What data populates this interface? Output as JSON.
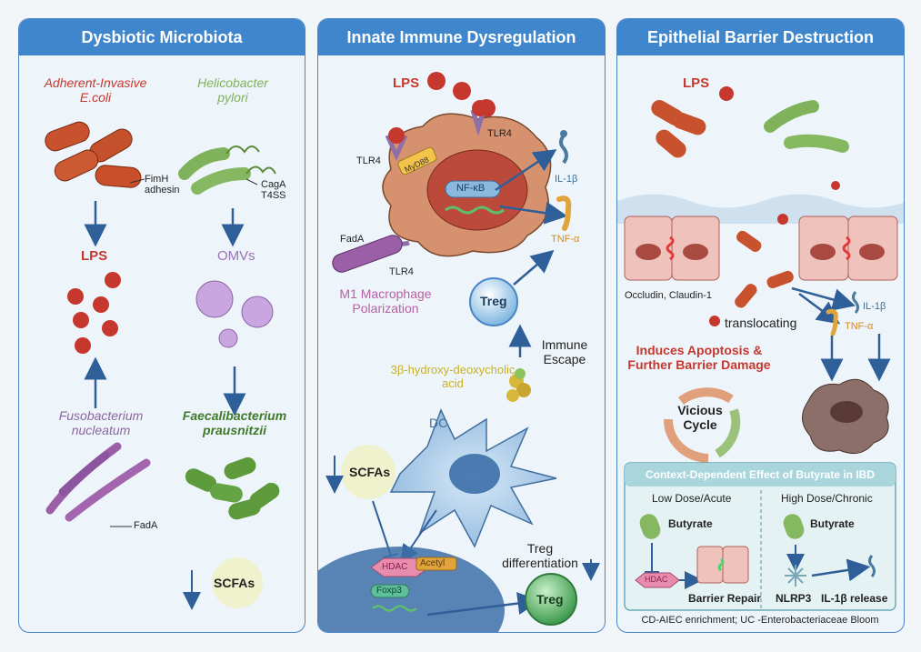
{
  "panels": {
    "microbiota": {
      "title": "Dysbiotic Microbiota",
      "aiec": "Adherent-Invasive E.coli",
      "hpylori": "Helicobacter pylori",
      "fimh": "FimH adhesin",
      "caga": "CagA T4SS",
      "lps": "LPS",
      "omvs": "OMVs",
      "fuso": "Fusobacterium nucleatum",
      "faecali": "Faecalibacterium prausnitzii",
      "fada": "FadA",
      "scfas": "SCFAs"
    },
    "innate": {
      "title": "Innate Immune Dysregulation",
      "lps": "LPS",
      "tlr4_a": "TLR4",
      "tlr4_b": "TLR4",
      "tlr4_c": "TLR4",
      "myd88": "MyD88",
      "nfkb": "NF-κB",
      "il1b": "IL-1β",
      "tnfa": "TNF-α",
      "fada": "FadA",
      "m1": "M1 Macrophage Polarization",
      "treg_top": "Treg",
      "immune_escape": "Immune Escape",
      "bile_acid": "3β-hydroxy-deoxycholic acid",
      "dc": "DC",
      "scfas": "SCFAs",
      "hdac": "HDAC",
      "acetyl": "Acetyl",
      "foxp3": "Foxp3",
      "treg_diff": "Treg differentiation",
      "treg_bottom": "Treg"
    },
    "barrier": {
      "title": "Epithelial Barrier Destruction",
      "lps": "LPS",
      "occludin": "Occludin, Claudin-1",
      "translocating": "translocating",
      "il1b": "IL-1β",
      "tnfa": "TNF-α",
      "apoptosis": "Induces Apoptosis & Further Barrier Damage",
      "vicious": "Vicious Cycle",
      "inset_title": "Context-Dependent Effect of Butyrate in IBD",
      "low_dose": "Low Dose/Acute",
      "high_dose": "High Dose/Chronic",
      "butyrate_1": "Butyrate",
      "butyrate_2": "Butyrate",
      "hdac": "HDAC",
      "barrier_repair": "Barrier Repair",
      "nlrp3": "NLRP3",
      "il1b_release": "IL-1β release",
      "footer": "CD-AIEC enrichment; UC -Enterobacteriaceae Bloom"
    }
  },
  "colors": {
    "panel_header": "#3f86cc",
    "lps_red": "#c6372d",
    "ecoli": "#c8512e",
    "hpylori": "#7fb25a",
    "fuso": "#9b5fa8",
    "faecali": "#5c9a3c",
    "omv": "#b58fcf",
    "treg": "#9cc9ea",
    "arrow": "#2f5f99"
  }
}
